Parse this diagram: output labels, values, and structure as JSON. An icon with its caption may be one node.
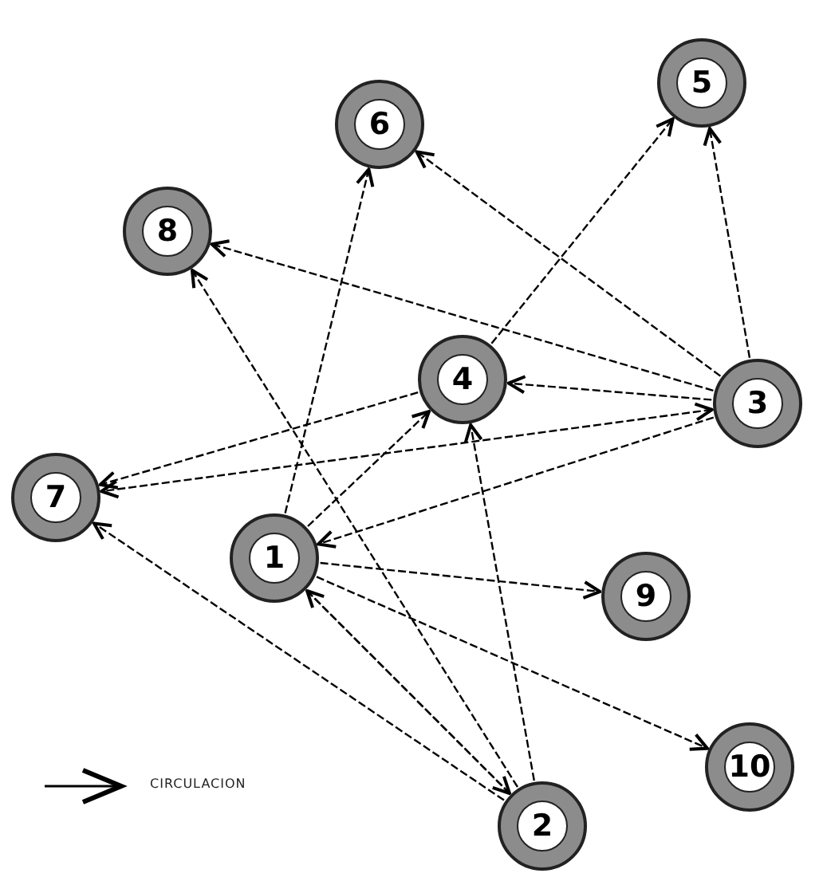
{
  "diagram": {
    "nodes": [
      {
        "text": [
          "1"
        ]
      },
      {
        "text": [
          "2"
        ]
      },
      {
        "text": [
          "3"
        ]
      },
      {
        "text": [
          "4"
        ]
      },
      {
        "text": [
          "5"
        ]
      },
      {
        "text": [
          "6"
        ]
      },
      {
        "text": [
          "7"
        ]
      },
      {
        "text": [
          "8"
        ]
      },
      {
        "text": [
          "9"
        ]
      },
      {
        "text": [
          "10"
        ]
      }
    ],
    "edges": [
      {
        "from": 0,
        "to": 5,
        "arrow": "to"
      },
      {
        "from": 0,
        "to": 3,
        "arrow": "to"
      },
      {
        "from": 0,
        "to": 8,
        "arrow": "to"
      },
      {
        "from": 0,
        "to": 9,
        "arrow": "to"
      },
      {
        "from": 0,
        "to": 1,
        "arrow": "to"
      },
      {
        "from": 1,
        "to": 0,
        "arrow": "to"
      },
      {
        "from": 1,
        "to": 3,
        "arrow": "to"
      },
      {
        "from": 1,
        "to": 7,
        "arrow": "to"
      },
      {
        "from": 1,
        "to": 6,
        "arrow": "to"
      },
      {
        "from": 2,
        "to": 3,
        "arrow": "to"
      },
      {
        "from": 2,
        "to": 4,
        "arrow": "to"
      },
      {
        "from": 2,
        "to": 5,
        "arrow": "to"
      },
      {
        "from": 2,
        "to": 7,
        "arrow": "to"
      },
      {
        "from": 2,
        "to": 0,
        "arrow": "to"
      },
      {
        "from": 2,
        "to": 6,
        "arrow": "both"
      },
      {
        "from": 3,
        "to": 6,
        "arrow": "to"
      },
      {
        "from": 3,
        "to": 4,
        "arrow": "to"
      }
    ],
    "legend": [
      {
        "text": "CIRCULACION"
      }
    ]
  }
}
